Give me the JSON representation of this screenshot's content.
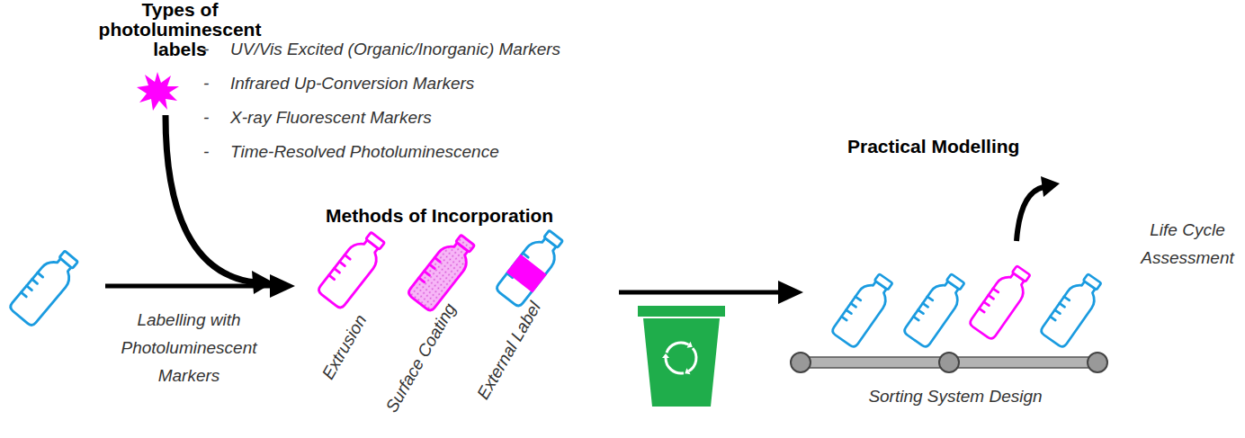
{
  "diagram": {
    "labels": [
      "Types of photoluminescent labels",
      "-",
      "UV/Vis Excited (Organic/Inorganic) Markers",
      "-",
      "Infrared Up-Conversion Markers",
      "-",
      "X-ray Fluorescent Markers",
      "-",
      "Time-Resolved Photoluminescence",
      "Labelling with Photoluminescent Markers",
      "Methods of Incorporation",
      "Extrusion",
      "Surface Coating",
      "External Label",
      "Practical Modelling",
      "Life Cycle Assessment",
      "Sorting System Design"
    ]
  }
}
